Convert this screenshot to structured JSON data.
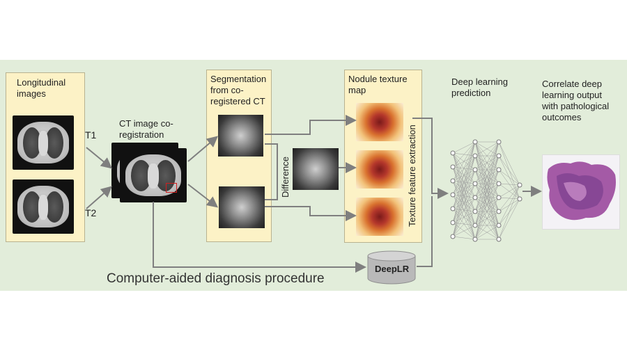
{
  "panels": {
    "longitudinal": "Longitudinal images",
    "coregistration": "CT image co-registration",
    "segmentation": "Segmentation from co-registered CT",
    "texture_map": "Nodule texture map",
    "deep_learning": "Deep learning prediction",
    "correlate": "Correlate deep learning output with pathological outcomes"
  },
  "labels": {
    "t1": "T1",
    "t2": "T2",
    "difference": "Difference",
    "texture_feature_extraction": "Texture  feature extraction",
    "deeplr": "DeepLR",
    "procedure": "Computer-aided diagnosis procedure"
  },
  "colors": {
    "band": "#e2edda",
    "panel": "#fcf2c6",
    "arrow": "#7f7f7f",
    "cylinder": "#b9b9b9"
  }
}
